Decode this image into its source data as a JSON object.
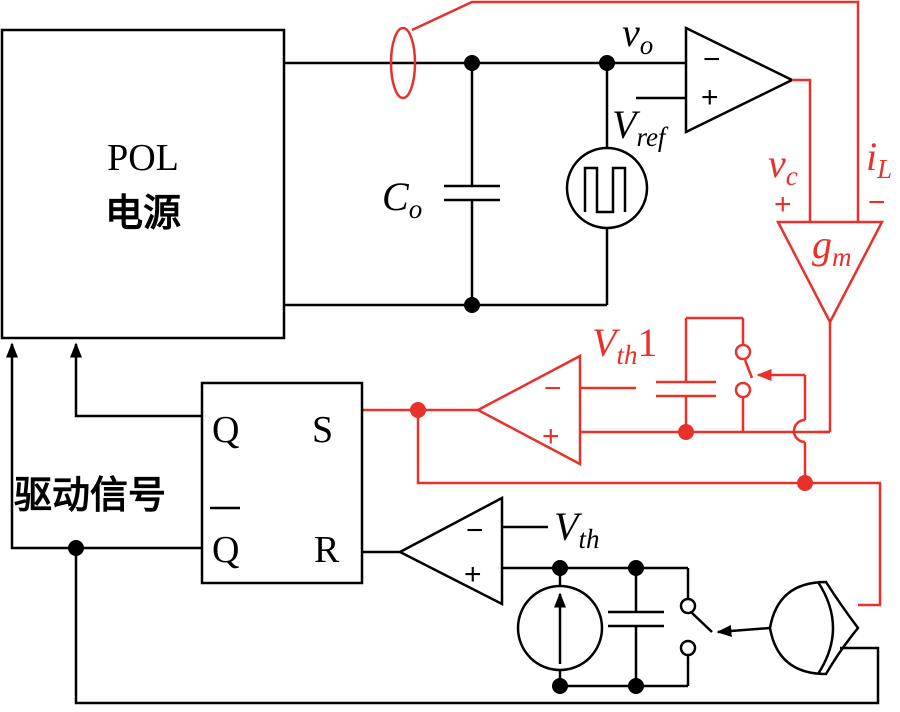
{
  "pol_block": {
    "line1": "POL",
    "line2": "电源"
  },
  "flipflop": {
    "q": "Q",
    "qbar": "Q",
    "s": "S",
    "r": "R"
  },
  "drive_signal": "驱动信号",
  "capacitor_label": {
    "main": "C",
    "sub": "o"
  },
  "vo_label": {
    "main": "v",
    "sub": "o"
  },
  "vref_label": {
    "main": "V",
    "sub": "ref"
  },
  "vc_label": {
    "main": "v",
    "sub": "c"
  },
  "il_label": {
    "main": "i",
    "sub": "L"
  },
  "gm_label": {
    "main": "g",
    "sub": "m"
  },
  "vth1_label": {
    "main": "V",
    "sub": "th",
    "suffix": "1"
  },
  "vth_label": {
    "main": "V",
    "sub": "th"
  },
  "signs": {
    "minus": "−",
    "plus": "+"
  },
  "colors": {
    "wire": "#000000",
    "highlight": "#e8312a"
  }
}
